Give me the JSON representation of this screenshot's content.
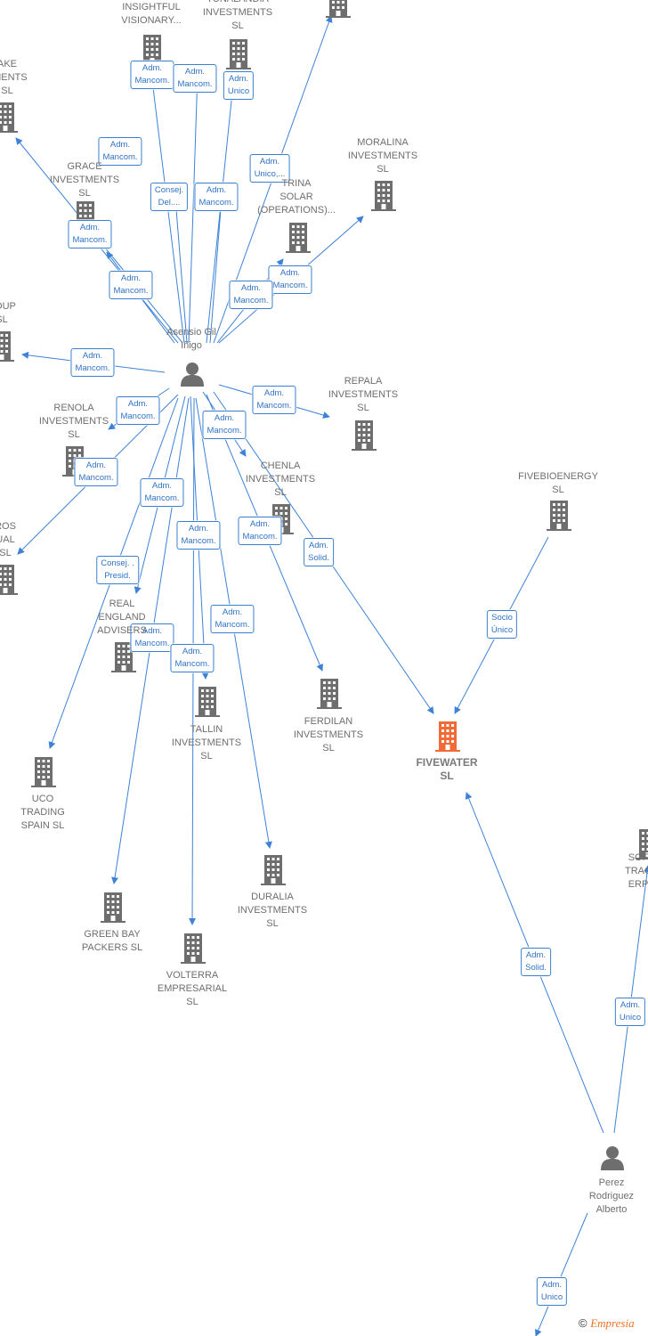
{
  "colors": {
    "edge": "#3d82d6",
    "building": "#6e6e6e",
    "focus_building": "#f26a35",
    "person": "#6e6e6e"
  },
  "nodes": [
    {
      "id": "n_firm",
      "label": "FIRM\nINSIGHTFUL\nVISIONARY...",
      "icon": "building-icon"
    },
    {
      "id": "n_tunal",
      "label": "TUNALANDIA\nINVESTMENTS\nSL",
      "icon": "building-icon"
    },
    {
      "id": "n_topr",
      "label": "",
      "icon": "building-icon"
    },
    {
      "id": "n_lake",
      "label": "AKE\nTMENTS\nSL",
      "icon": "building-icon"
    },
    {
      "id": "n_moralina",
      "label": "MORALINA\nINVESTMENTS\nSL",
      "icon": "building-icon"
    },
    {
      "id": "n_grace",
      "label": "GRACE\nINVESTMENTS\nSL",
      "icon": "building-icon"
    },
    {
      "id": "n_trina",
      "label": "TRINA\nSOLAR\n(OPERATIONS)...",
      "icon": "building-icon"
    },
    {
      "id": "n_group",
      "label": "ROUP\nSL",
      "icon": "building-icon"
    },
    {
      "id": "p_asensio",
      "label": "Asensio Gil\nIñigo",
      "icon": "person-icon"
    },
    {
      "id": "n_repala",
      "label": "REPALA\nINVESTMENTS\nSL",
      "icon": "building-icon"
    },
    {
      "id": "n_renola",
      "label": "RENOLA\nINVESTMENTS\nSL",
      "icon": "building-icon"
    },
    {
      "id": "n_chenla",
      "label": "CHENLA\nINVESTMENTS\nSL",
      "icon": "building-icon"
    },
    {
      "id": "n_fivebio",
      "label": "FIVEBIOENERGY\nSL",
      "icon": "building-icon"
    },
    {
      "id": "n_ros",
      "label": "ROS\nUAL\nSL",
      "icon": "building-icon"
    },
    {
      "id": "n_realeng",
      "label": "REAL\nENGLAND\nADVISERS",
      "icon": "building-icon"
    },
    {
      "id": "n_tallin",
      "label": "TALLIN\nINVESTMENTS\nSL",
      "icon": "building-icon"
    },
    {
      "id": "n_ferdilan",
      "label": "FERDILAN\nINVESTMENTS\nSL",
      "icon": "building-icon"
    },
    {
      "id": "n_fivewater",
      "label": "FIVEWATER\nSL",
      "icon": "building-icon",
      "focus": true
    },
    {
      "id": "n_uco",
      "label": "UCO\nTRADING\nSPAIN SL",
      "icon": "building-icon"
    },
    {
      "id": "n_duralia",
      "label": "DURALIA\nINVESTMENTS\nSL",
      "icon": "building-icon"
    },
    {
      "id": "n_greenbay",
      "label": "GREEN BAY\nPACKERS  SL",
      "icon": "building-icon"
    },
    {
      "id": "n_volterra",
      "label": "VOLTERRA\nEMPRESARIAL\nSL",
      "icon": "building-icon"
    },
    {
      "id": "n_sof",
      "label": "SOF\nTRAC\nERP",
      "icon": "building-icon"
    },
    {
      "id": "p_perez",
      "label": "Perez\nRodriguez\nAlberto",
      "icon": "person-icon"
    }
  ],
  "edges": [
    {
      "from": "p_asensio",
      "to": "n_firm",
      "label": "Adm.\nMancom."
    },
    {
      "from": "p_asensio",
      "to": "n_tunal",
      "label": "Adm.\nMancom."
    },
    {
      "from": "p_asensio",
      "to": "n_tunal",
      "label": "Adm.\nUnico"
    },
    {
      "from": "p_asensio",
      "to": "n_lake",
      "label": "Adm.\nMancom."
    },
    {
      "from": "p_asensio",
      "to": "n_topr",
      "label": "Adm.\nUnico,..."
    },
    {
      "from": "p_asensio",
      "to": "n_grace",
      "label": "Consej.\nDel...."
    },
    {
      "from": "p_asensio",
      "to": "n_tunal",
      "label": "Adm.\nMancom."
    },
    {
      "from": "p_asensio",
      "to": "n_grace",
      "label": "Adm.\nMancom."
    },
    {
      "from": "p_asensio",
      "to": "n_moralina",
      "label": "Adm.\nMancom."
    },
    {
      "from": "p_asensio",
      "to": "n_grace",
      "label": "Adm.\nMancom."
    },
    {
      "from": "p_asensio",
      "to": "n_trina",
      "label": "Adm.\nMancom."
    },
    {
      "from": "p_asensio",
      "to": "n_group",
      "label": "Adm.\nMancom."
    },
    {
      "from": "p_asensio",
      "to": "n_repala",
      "label": "Adm.\nMancom."
    },
    {
      "from": "p_asensio",
      "to": "n_renola",
      "label": "Adm.\nMancom."
    },
    {
      "from": "p_asensio",
      "to": "n_chenla",
      "label": "Adm.\nMancom."
    },
    {
      "from": "p_asensio",
      "to": "n_ros",
      "label": "Adm.\nMancom."
    },
    {
      "from": "p_asensio",
      "to": "n_realeng",
      "label": "Adm.\nMancom."
    },
    {
      "from": "p_asensio",
      "to": "n_tallin",
      "label": "Adm.\nMancom."
    },
    {
      "from": "p_asensio",
      "to": "n_ferdilan",
      "label": "Adm.\nMancom."
    },
    {
      "from": "p_asensio",
      "to": "n_fivewater",
      "label": "Adm.\nSolid."
    },
    {
      "from": "p_asensio",
      "to": "n_uco",
      "label": "Consej. .\nPresid."
    },
    {
      "from": "p_asensio",
      "to": "n_greenbay",
      "label": "Adm.\nMancom."
    },
    {
      "from": "p_asensio",
      "to": "n_duralia",
      "label": "Adm.\nMancom."
    },
    {
      "from": "p_asensio",
      "to": "n_volterra",
      "label": "Adm.\nMancom."
    },
    {
      "from": "n_fivebio",
      "to": "n_fivewater",
      "label": "Socio\nÚnico"
    },
    {
      "from": "p_perez",
      "to": "n_fivewater",
      "label": "Adm.\nSolid."
    },
    {
      "from": "p_perez",
      "to": "n_sof",
      "label": "Adm.\nUnico"
    },
    {
      "from": "p_perez",
      "to": "",
      "label": "Adm.\nUnico"
    }
  ],
  "footer": {
    "copyright_symbol": "©",
    "brand": "Empresia"
  }
}
